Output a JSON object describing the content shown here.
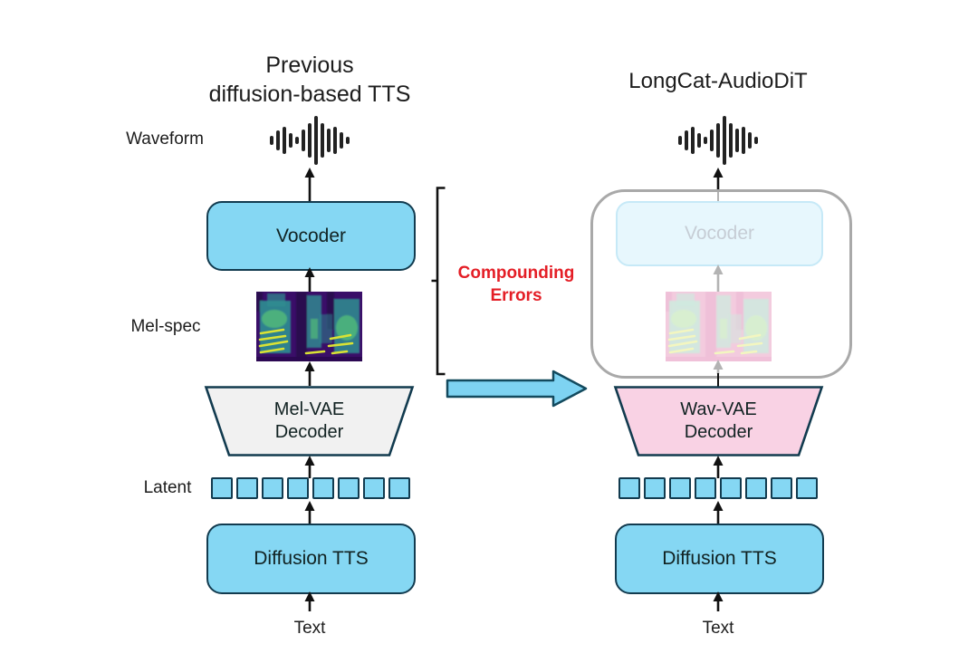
{
  "colors": {
    "box_blue": "#85D7F3",
    "box_border": "#123B4F",
    "pink_fill": "#F9D2E4",
    "gray_fill": "#F1F1F1",
    "red": "#E41E26",
    "ghost_border": "#A9A9A9",
    "ghost_blue_fill": "#E7F7FD",
    "ghost_blue_border": "#C6E9F7",
    "ghost_text": "#C6CDD5",
    "arrow_fill": "#7ED3F2",
    "arrow_border": "#134A5E",
    "ghost_gray": "#B3B3B3"
  },
  "left": {
    "title_line1": "Previous",
    "title_line2": "diffusion-based TTS",
    "waveform_label": "Waveform",
    "vocoder_label": "Vocoder",
    "melspec_label": "Mel-spec",
    "decoder_label_line1": "Mel-VAE",
    "decoder_label_line2": "Decoder",
    "latent_label": "Latent",
    "latent_count": 8,
    "diffusion_label": "Diffusion TTS",
    "text_label": "Text"
  },
  "middle": {
    "error_label_line1": "Compounding",
    "error_label_line2": "Errors"
  },
  "right": {
    "title": "LongCat-AudioDiT",
    "ghost_vocoder_label": "Vocoder",
    "decoder_label_line1": "Wav-VAE",
    "decoder_label_line2": "Decoder",
    "latent_count": 8,
    "diffusion_label": "Diffusion TTS",
    "text_label": "Text"
  }
}
